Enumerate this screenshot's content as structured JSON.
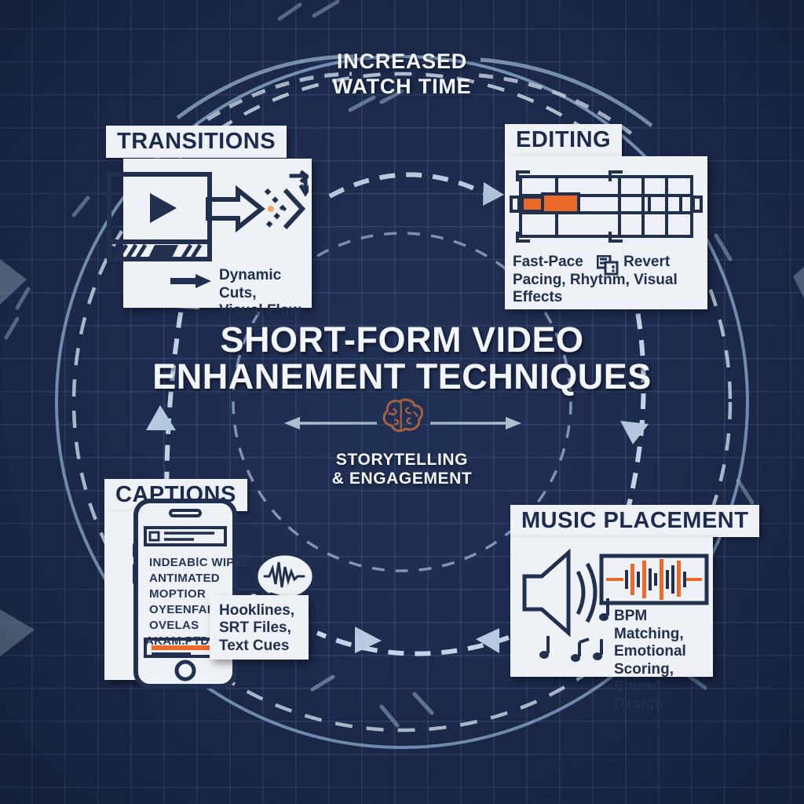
{
  "background": {
    "color": "#1d2b4e",
    "grid_color": "#8cafd7",
    "accent_orange": "#ec6a28",
    "panel_color": "#eef1f5",
    "ink_color": "#22304f",
    "arc_color": "#b9cde3"
  },
  "center": {
    "title_line1": "SHORT-FORM VIDEO",
    "title_line2": "ENHANEMENT TECHNIQUES",
    "brain_icon": "brain-icon",
    "sub_line1": "STORYTELLING",
    "sub_line2": "& ENGAGEMENT"
  },
  "top_label": {
    "line1": "INCREASED",
    "line2": "WATCH TIME"
  },
  "panels": {
    "transitions": {
      "title": "TRANSITIONS",
      "caption_line1": "Dynamic Cuts,",
      "caption_line2": "Visual Flow",
      "icons": [
        "play-icon",
        "filmstrip-icon",
        "arrow-right-icon",
        "chevron-transition-icon"
      ]
    },
    "editing": {
      "title": "EDITING",
      "caption_line1": "Fast-Pace",
      "caption_line1b": "Revert",
      "caption_line2": "Pacing, Rhytnm, Visual Effects",
      "icons": [
        "timeline-icon",
        "copy-pages-icon"
      ]
    },
    "captions": {
      "title": "CAPTIONS",
      "phone_lines": [
        "INDEABlC WIPEE",
        "ANTIMATED",
        "MOPTIOR",
        "OYEENFABLE",
        "OVELAS",
        "AKAM.PTD TEXT"
      ],
      "callout_line1": "Hooklines,",
      "callout_line2": "SRT Files,",
      "callout_line3": "Text Cues",
      "icons": [
        "phone-icon",
        "speech-bubble-waveform-icon"
      ]
    },
    "music": {
      "title": "MUSIC PLACEMENT",
      "caption_line1": "BPM Matching,",
      "caption_line2": "Emotional Scoring,",
      "caption_line3": "Sound Design",
      "icons": [
        "speaker-icon",
        "waveform-icon",
        "music-note-icon"
      ]
    }
  }
}
